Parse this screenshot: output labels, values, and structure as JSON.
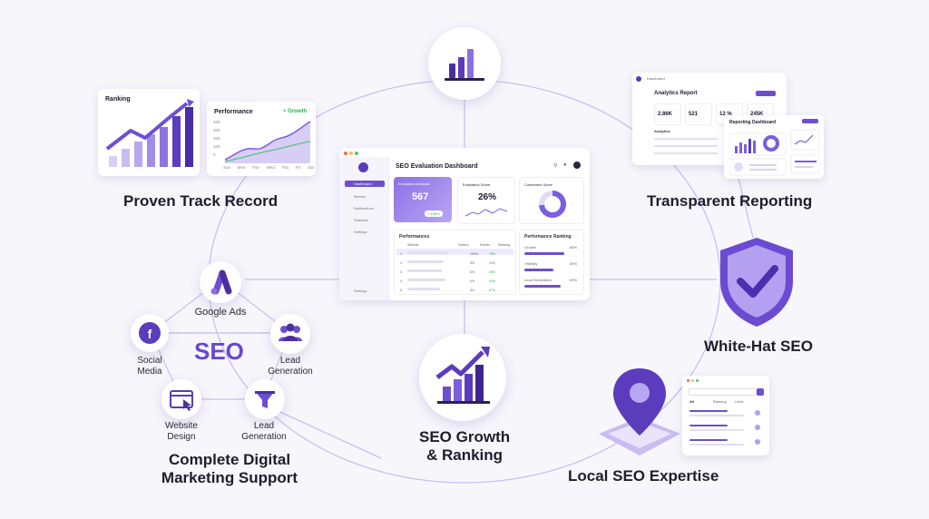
{
  "captions": {
    "proven": "Proven Track Record",
    "transparent": "Transparent Reporting",
    "whitehat": "White-Hat SEO",
    "growth_line1": "SEO Growth",
    "growth_line2": "& Ranking",
    "local": "Local SEO Expertise",
    "complete_line1": "Complete Digital",
    "complete_line2": "Marketing Support"
  },
  "ranking_card": {
    "title": "Ranking"
  },
  "performance_card": {
    "title": "Performance",
    "badge": "+ Growth",
    "y_ticks": [
      "400",
      "300",
      "200",
      "100",
      "0"
    ],
    "x_ticks": [
      "Sun",
      "Mon",
      "Tue",
      "Wed",
      "Thu",
      "Fri",
      "Sat"
    ]
  },
  "seo_network": {
    "center": "SEO",
    "google_ads": "Google Ads",
    "social_line1": "Social",
    "social_line2": "Media",
    "lead1_line1": "Lead",
    "lead1_line2": "Generation",
    "web_line1": "Website",
    "web_line2": "Design",
    "lead2_line1": "Lead",
    "lead2_line2": "Generation"
  },
  "dashboard": {
    "title": "SEO Evaluation Dashboard",
    "sidebar": [
      "Dashboard",
      "Metrics",
      "Notifications",
      "Statistics",
      "Settings"
    ],
    "sidebar_bottom": "Settings",
    "kpi1_label": "Evaluation Analysis",
    "kpi1_value": "567",
    "kpi1_badge": "+ 106%",
    "kpi2_label": "Evaluation Score",
    "kpi2_value": "26%",
    "kpi3_label": "Customers Score",
    "perf_title": "Performances",
    "perf_cols": [
      "Website",
      "Visitors",
      "Events",
      "Ranking"
    ],
    "perf_rows": [
      {
        "n": "1",
        "v": "100%",
        "e": "70%"
      },
      {
        "n": "2",
        "v": "3%",
        "e": "40%"
      },
      {
        "n": "3",
        "v": "6%",
        "e": "30%"
      },
      {
        "n": "4",
        "v": "6%",
        "e": "40%"
      },
      {
        "n": "5",
        "v": "3%",
        "e": "67%"
      }
    ],
    "ranking_title": "Performance Ranking",
    "ranking_rows": [
      {
        "label": "Growth",
        "value": "68%"
      },
      {
        "label": "Visibility",
        "value": "69%"
      },
      {
        "label": "Lead Generation",
        "value": "63%"
      }
    ]
  },
  "analytics_report": {
    "top": "Dashboard",
    "title": "Analytics Report",
    "stats": [
      "2.86K",
      "521",
      "12 %",
      "245K"
    ],
    "section": "Analytics",
    "reporting_title": "Reporting Dashboard"
  },
  "search_card": {
    "tabs": [
      "All",
      "Ranking",
      "Links"
    ]
  }
}
